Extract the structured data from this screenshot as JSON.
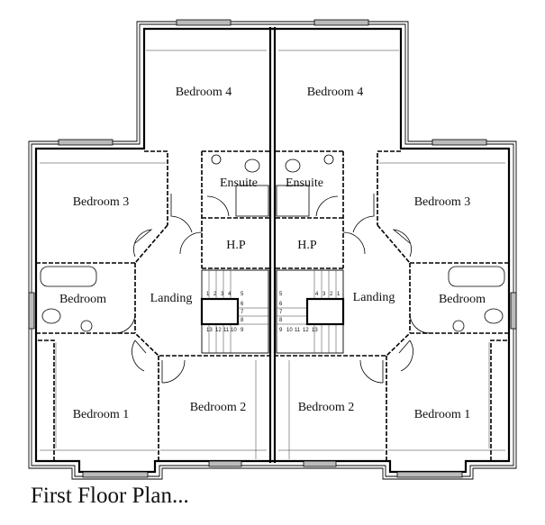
{
  "title": "First Floor Plan...",
  "left_unit": {
    "rooms": {
      "bedroom4": "Bedroom 4",
      "bedroom3": "Bedroom 3",
      "ensuite": "Ensuite",
      "hp": "H.P",
      "bathroom": "Bedroom",
      "landing": "Landing",
      "bedroom1": "Bedroom 1",
      "bedroom2": "Bedroom 2"
    },
    "stair_numbers": [
      "1",
      "2",
      "3",
      "4",
      "5",
      "6",
      "7",
      "8",
      "9",
      "10",
      "11",
      "12",
      "13"
    ]
  },
  "right_unit": {
    "rooms": {
      "bedroom4": "Bedroom 4",
      "bedroom3": "Bedroom 3",
      "ensuite": "Ensuite",
      "hp": "H.P",
      "bathroom": "Bedroom",
      "landing": "Landing",
      "bedroom1": "Bedroom 1",
      "bedroom2": "Bedroom 2"
    },
    "stair_numbers": [
      "1",
      "2",
      "3",
      "4",
      "5",
      "6",
      "7",
      "8",
      "9",
      "10",
      "11",
      "12",
      "13"
    ]
  }
}
